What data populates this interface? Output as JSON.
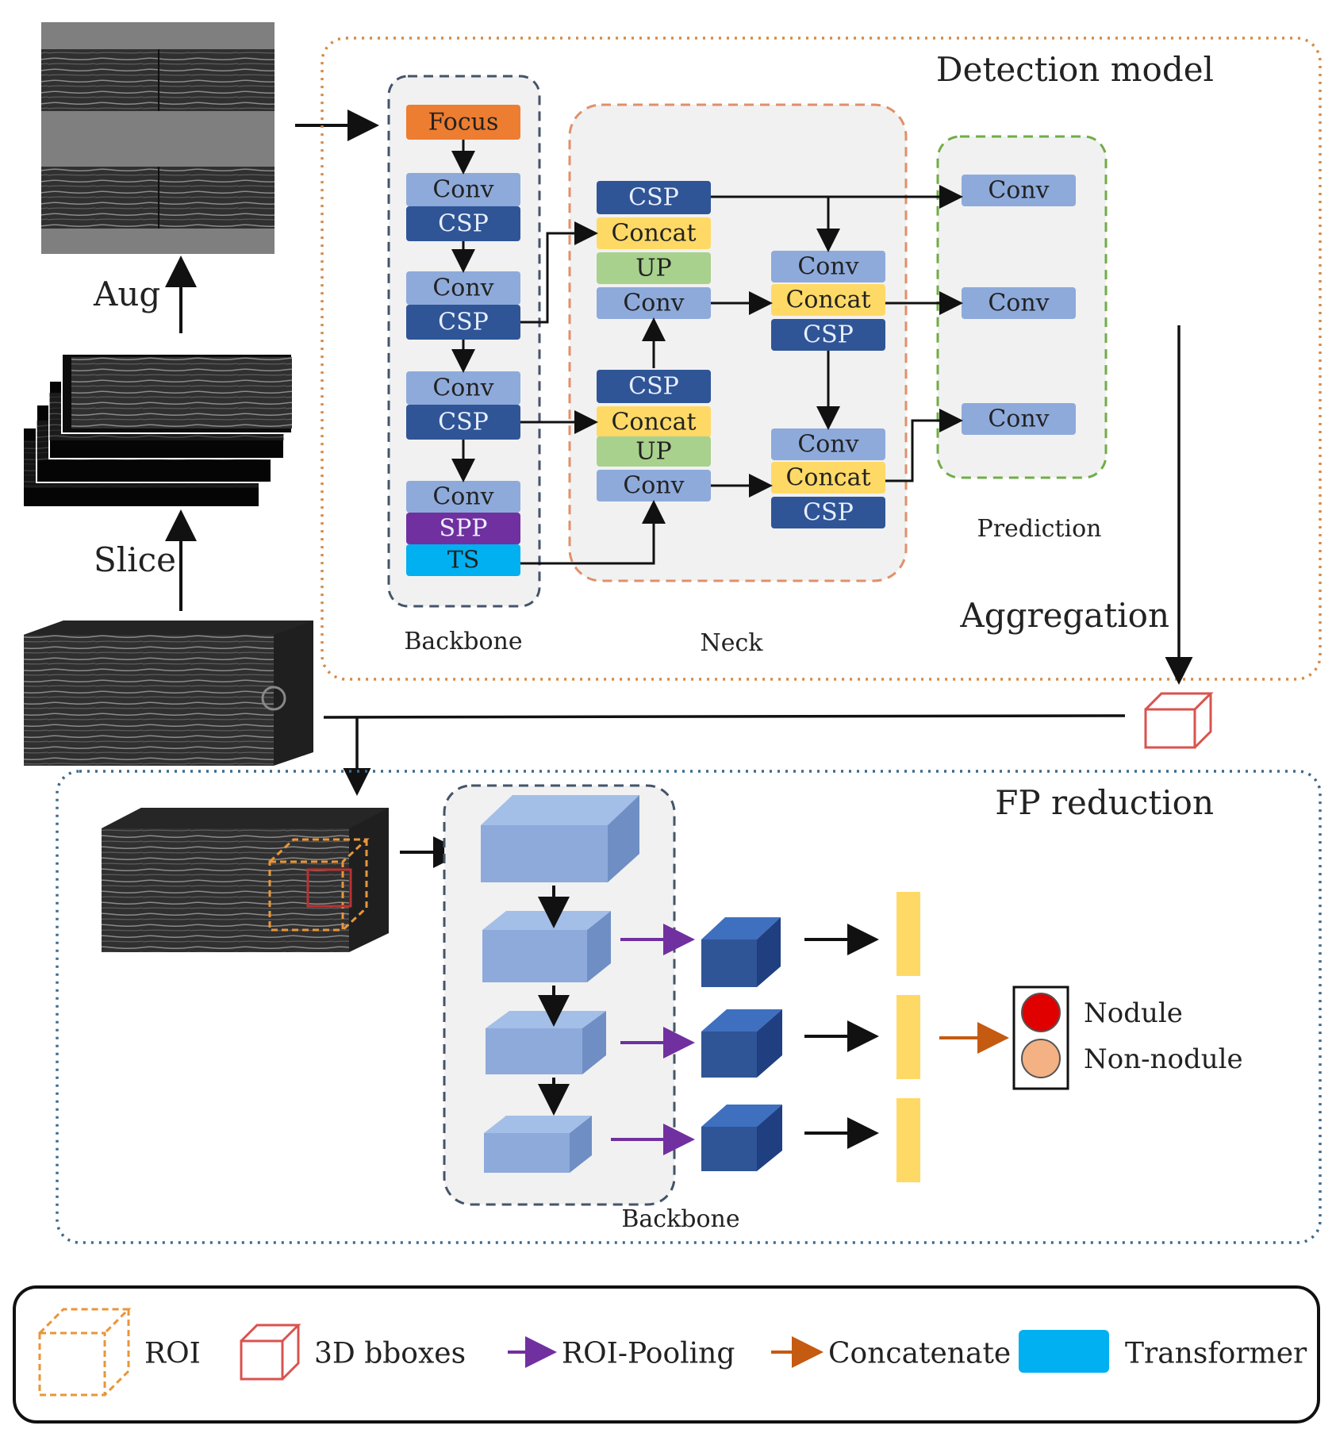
{
  "detection": {
    "title": "Detection model",
    "backbone_label": "Backbone",
    "neck_label": "Neck",
    "prediction_label": "Prediction",
    "backbone_blocks": [
      "Focus",
      "Conv",
      "CSP",
      "Conv",
      "CSP",
      "Conv",
      "CSP",
      "Conv",
      "SPP",
      "TS"
    ],
    "neck_col1": [
      "CSP",
      "Concat",
      "UP",
      "Conv",
      "CSP",
      "Concat",
      "UP",
      "Conv"
    ],
    "neck_col2": [
      "Conv",
      "Concat",
      "CSP",
      "Conv",
      "Concat",
      "CSP"
    ],
    "prediction_blocks": [
      "Conv",
      "Conv",
      "Conv"
    ]
  },
  "pipeline": {
    "aug_label": "Aug",
    "slice_label": "Slice",
    "aggregation_label": "Aggregation"
  },
  "fp": {
    "title": "FP reduction",
    "backbone_label": "Backbone",
    "output_labels": [
      "Nodule",
      "Non-nodule"
    ]
  },
  "legend": {
    "roi": "ROI",
    "bboxes": "3D bboxes",
    "roi_pooling": "ROI-Pooling",
    "concatenate": "Concatenate",
    "transformer": "Transformer"
  },
  "colors": {
    "conv": "#8eaadb",
    "csp": "#2f5597",
    "concat": "#ffd966",
    "up": "#a9d18e",
    "focus": "#ed7d31",
    "spp": "#7030a0",
    "transformer": "#00b0f0",
    "roi_pooling_arrow": "#7030a0",
    "concatenate_arrow": "#c55a11",
    "nodule": "#e00000",
    "non_nodule": "#f4b183"
  }
}
